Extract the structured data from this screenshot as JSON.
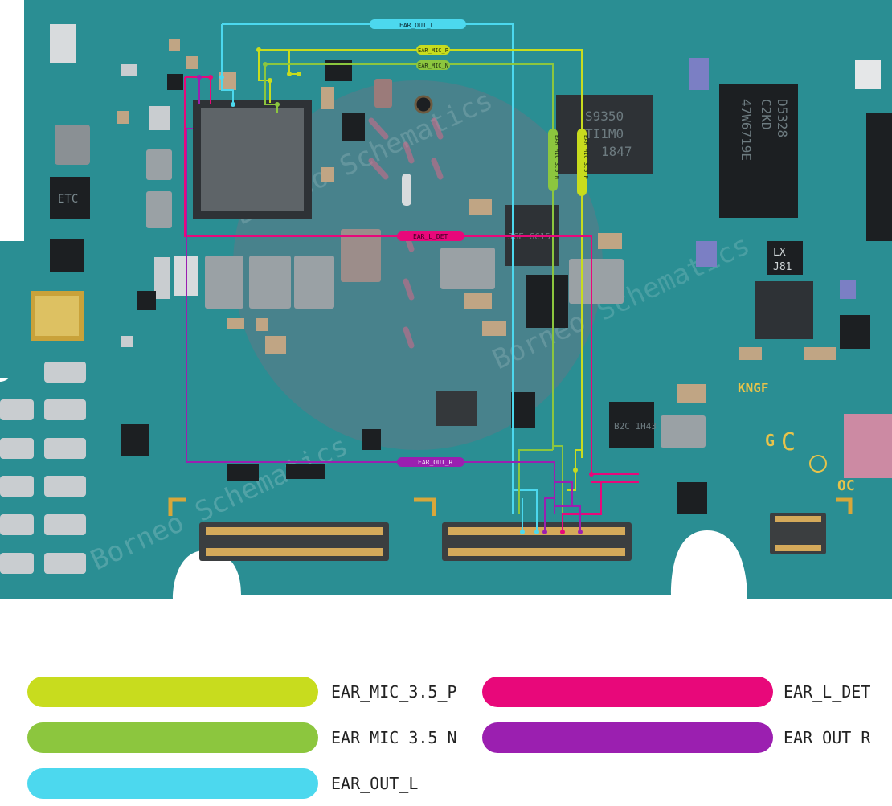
{
  "board": {
    "color": "#2a8e93",
    "watermark_text": "Borneo Schematics",
    "chip_markings": {
      "etc": "ETC",
      "top_ic_line1": "S9350",
      "top_ic_line2": "TI1M0",
      "top_ic_line3": "1847",
      "right_ic_line1": "D5328",
      "right_ic_line2": "C2KD",
      "right_ic_line3": "47W6719E",
      "lx_line1": "LX",
      "lx_line2": "J81",
      "kngf": "KNGF",
      "logo_g": "G",
      "logo_c": "C",
      "mid_ic": "JGE GC15",
      "small_ic": "B2C 1H43",
      "oc": "OC"
    }
  },
  "board_labels": {
    "ear_out_l": "EAR_OUT_L",
    "ear_mic_p": "EAR_MIC_P",
    "ear_mic_n": "EAR_MIC_N",
    "ear_mic_35_n": "EAR_MIC_3.5_N",
    "ear_mic_35_p": "EAR_MIC_3.5_P",
    "ear_l_det": "EAR_L_DET",
    "ear_out_r": "EAR_OUT_R"
  },
  "legend": [
    {
      "label": "EAR_MIC_3.5_P",
      "color": "#c8dc1e"
    },
    {
      "label": "EAR_MIC_3.5_N",
      "color": "#8cc63e"
    },
    {
      "label": "EAR_OUT_L",
      "color": "#4cd8ee"
    },
    {
      "label": "EAR_L_DET",
      "color": "#e8087a"
    },
    {
      "label": "EAR_OUT_R",
      "color": "#9b1fb0"
    }
  ]
}
